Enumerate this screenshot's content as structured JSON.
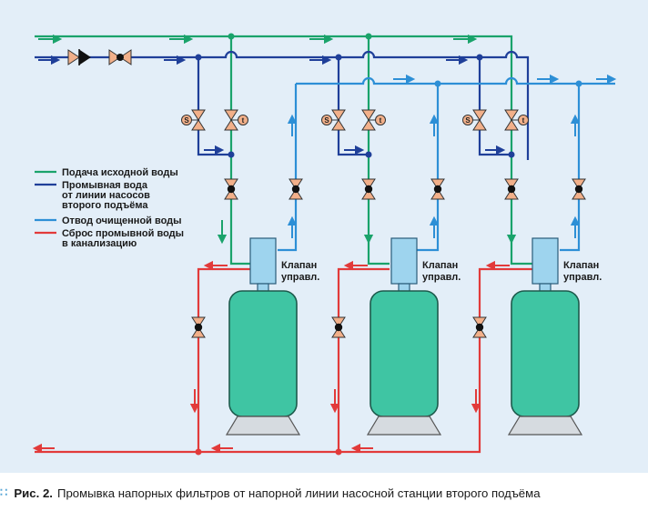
{
  "colors": {
    "source_water": "#1aa36b",
    "wash_water": "#1f3f99",
    "treated_water": "#2d8fd6",
    "wash_discharge": "#e23a3a",
    "filter_body": "#3fc5a3",
    "control_valve": "#9ed4ee",
    "background": "#e3eef8",
    "valve_body": "#f2b08a"
  },
  "legend": [
    {
      "text": "Подача исходной воды",
      "line_color": "#1aa36b"
    },
    {
      "text_lines": [
        "Промывная вода",
        "от линии насосов",
        "второго подъёма"
      ],
      "line_color": "#1f3f99"
    },
    {
      "text": "Отвод очищенной воды",
      "line_color": "#2d8fd6"
    },
    {
      "text_lines": [
        "Сброс промывной воды",
        "в канализацию"
      ],
      "line_color": "#e23a3a"
    }
  ],
  "filters": [
    {
      "valve_label": [
        "Клапан",
        "управл."
      ]
    },
    {
      "valve_label": [
        "Клапан",
        "управл."
      ]
    },
    {
      "valve_label": [
        "Клапан",
        "управл."
      ]
    }
  ],
  "actuator_letters": {
    "solenoid": "S",
    "time": "t"
  },
  "caption": {
    "figure": "Рис. 2.",
    "text": "Промывка напорных фильтров от напорной линии насосной станции второго подъёма"
  }
}
